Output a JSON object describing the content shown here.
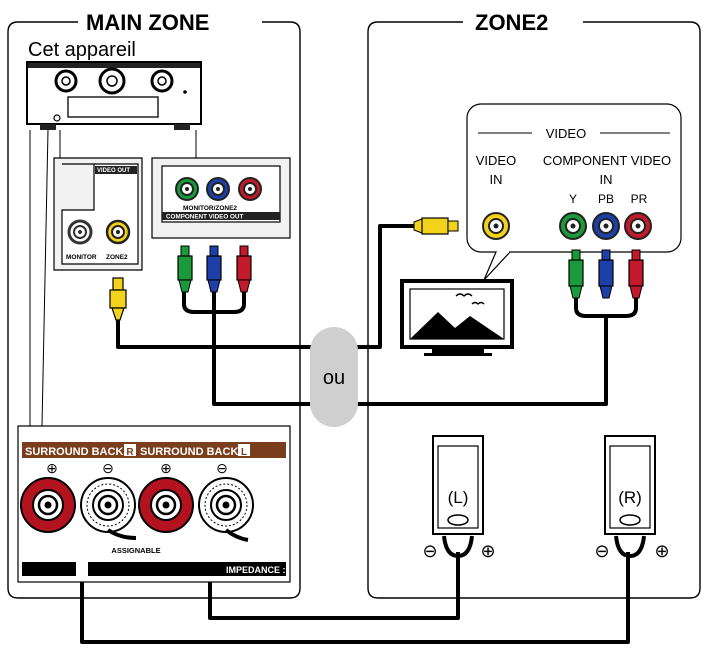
{
  "zones": {
    "main_title": "MAIN ZONE",
    "zone2_title": "ZONE2"
  },
  "receiver": {
    "label": "Cet appareil",
    "video_out_label": "VIDEO OUT",
    "monitor_label": "MONITOR",
    "zone2_label": "ZONE2",
    "component_label_1": "MONITOR/ZONE2",
    "component_label_2": "COMPONENT VIDEO OUT"
  },
  "tv": {
    "video_header": "VIDEO",
    "video_in_line1": "VIDEO",
    "video_in_line2": "IN",
    "component_line1": "COMPONENT VIDEO",
    "component_line2": "IN",
    "y_label": "Y",
    "pb_label": "PB",
    "pr_label": "PR"
  },
  "or_label": "ou",
  "speakers": {
    "surround_back_r": "SURROUND BACK",
    "r_badge": "R",
    "surround_back_l": "SURROUND BACK",
    "l_badge": "L",
    "plus": "⊕",
    "minus": "⊖",
    "assignable": "ASSIGNABLE",
    "impedance": "IMPEDANCE :",
    "left_label": "(L)",
    "right_label": "(R)"
  },
  "colors": {
    "composite": "#f2d21a",
    "y_green": "#1a9a3a",
    "pb_blue": "#1c3fa8",
    "pr_red": "#c21a2a",
    "speaker_red": "#b3121f",
    "panel_gray": "#f2f2f2",
    "or_badge": "#cfcfcf",
    "label_brown": "#7a3e1c"
  }
}
